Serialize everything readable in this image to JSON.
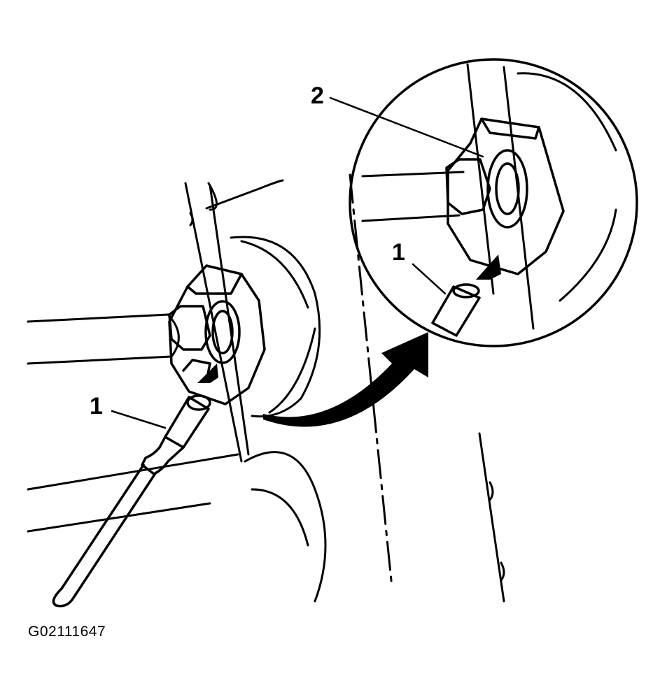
{
  "callouts": {
    "tool": "1",
    "tool_detail": "1",
    "nut_detail": "2"
  },
  "figure_id": "G02111647",
  "colors": {
    "ink": "#000000",
    "paper": "#ffffff"
  }
}
